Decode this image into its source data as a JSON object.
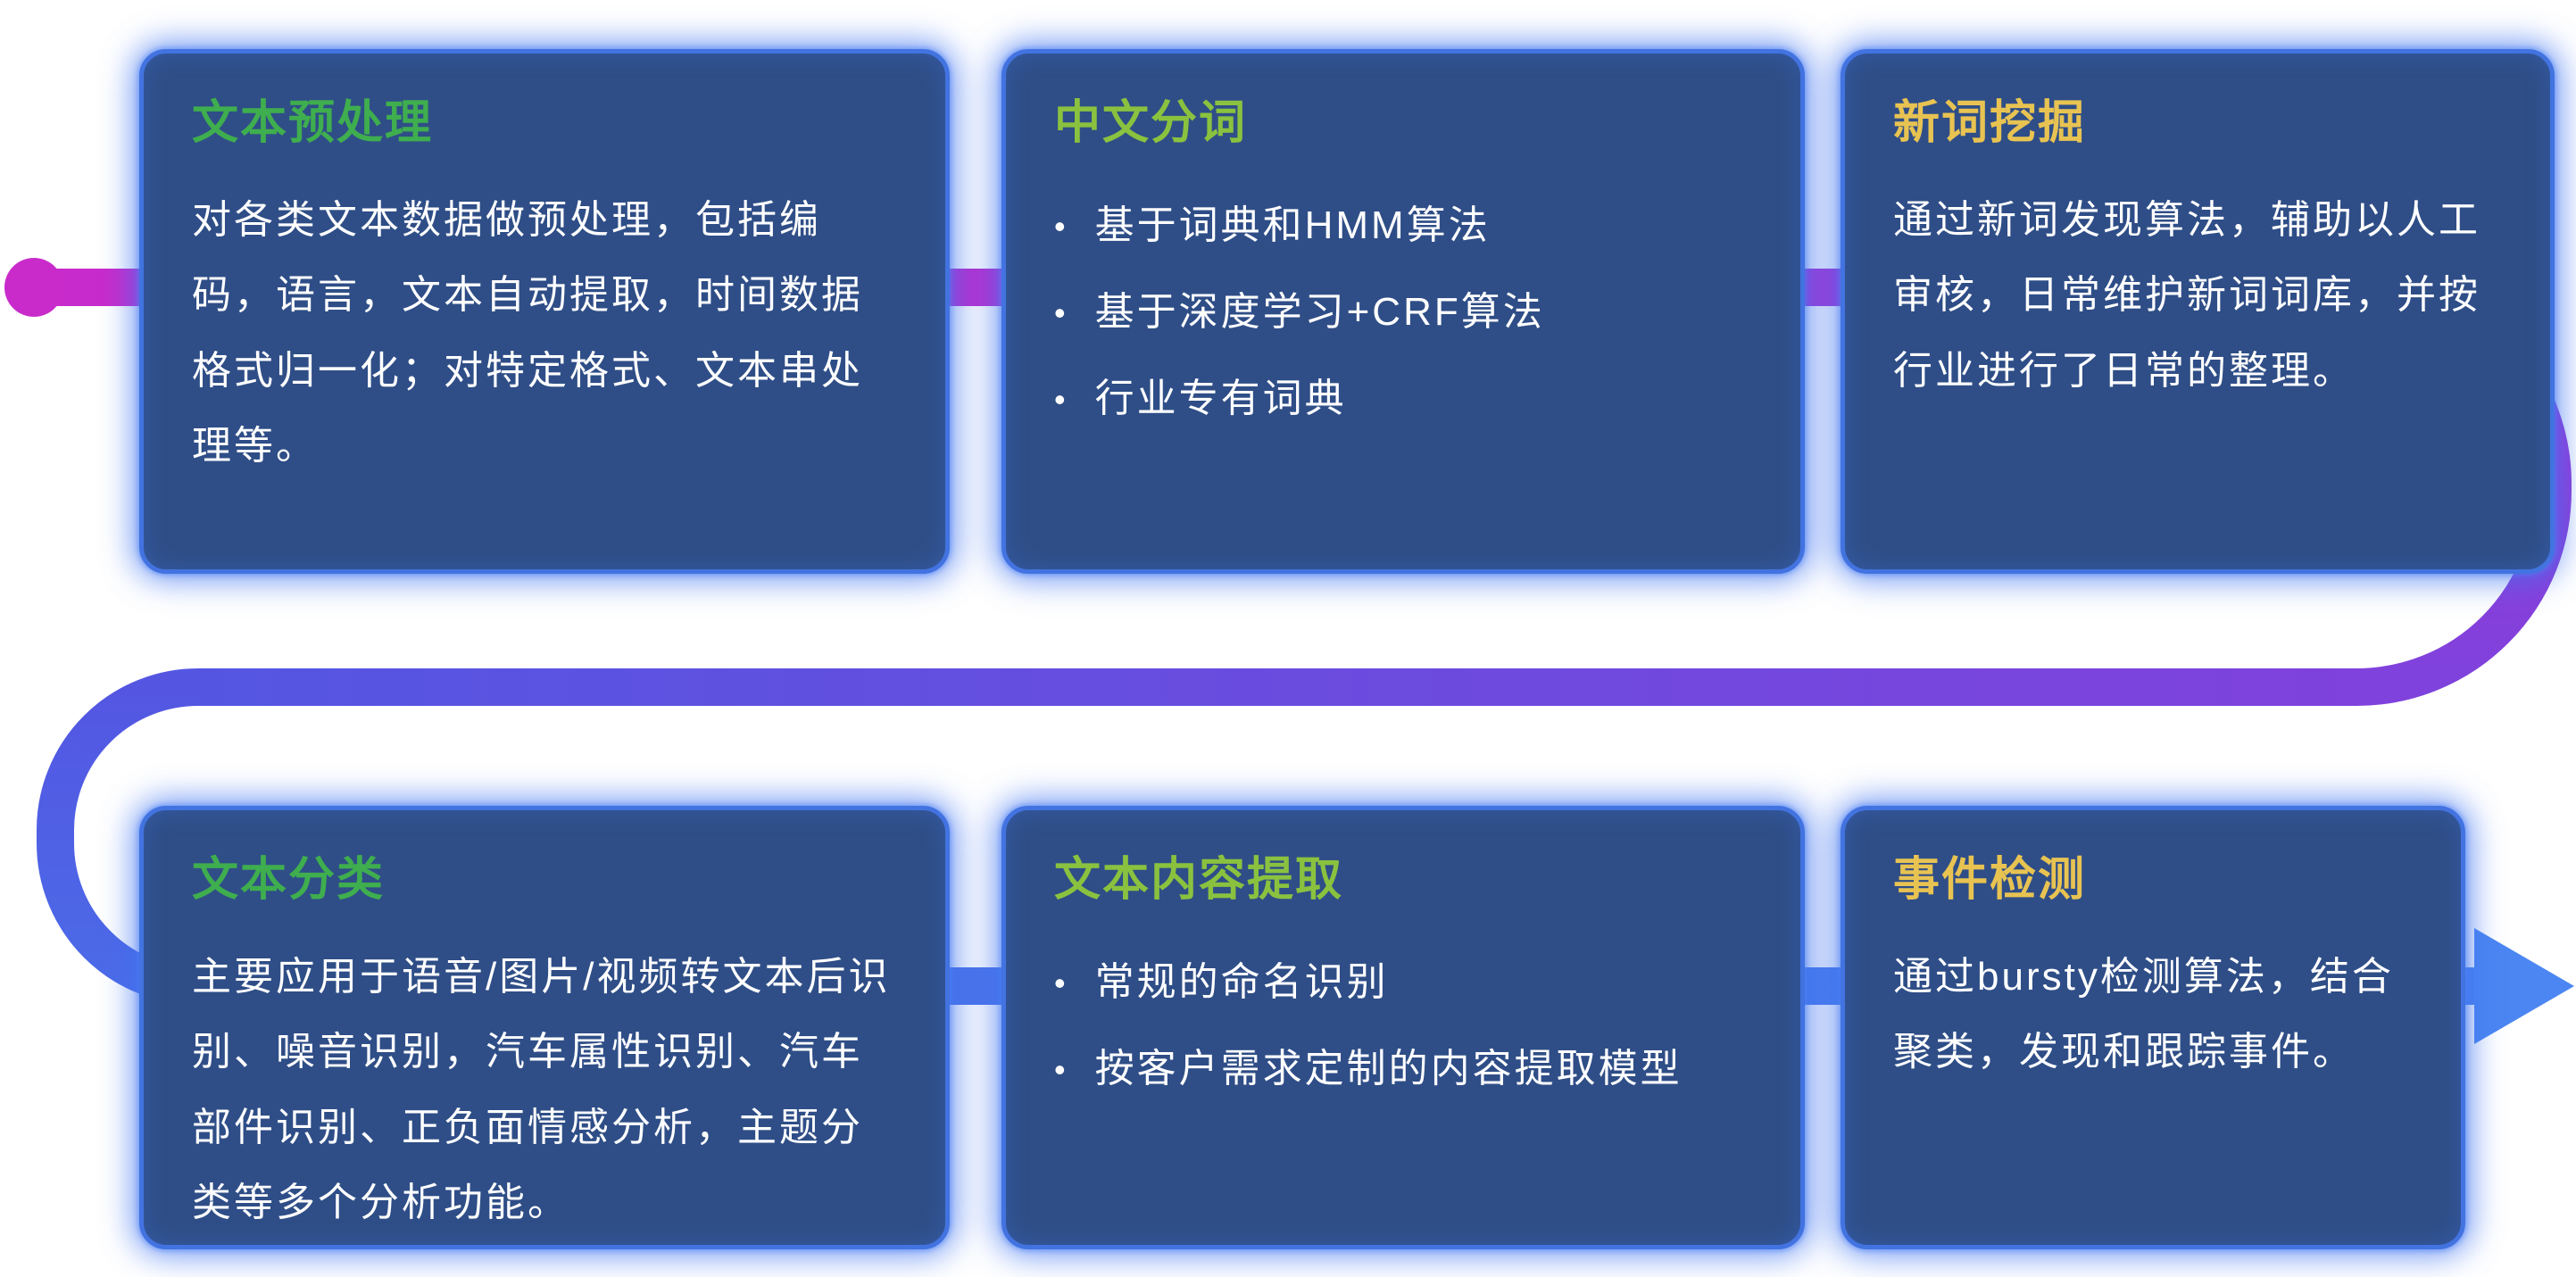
{
  "theme": {
    "card_bg": "#2f4e87",
    "card_border": "#4273e0",
    "body_text_color": "#ffffff"
  },
  "pipeline": {
    "dot_color": "#c92bcb",
    "arrow_color": "#4b86f2",
    "segments": {
      "top": [
        "#c92bcb",
        "#a236d6"
      ],
      "right_curve": [
        "#a236d6",
        "#7f42dc"
      ],
      "middle": [
        "#7f42dc",
        "#5456e2"
      ],
      "left_curve": [
        "#5456e2",
        "#4b6be8"
      ],
      "bottom": [
        "#4b6be8",
        "#4b84f0"
      ]
    }
  },
  "cards": [
    {
      "title": "文本预处理",
      "title_color": "#3fae4e",
      "body": "对各类文本数据做预处理，包括编码，语言，文本自动提取，时间数据格式归一化；对特定格式、文本串处理等。"
    },
    {
      "title": "中文分词",
      "title_color": "#8ac23f",
      "bullets": [
        "基于词典和HMM算法",
        "基于深度学习+CRF算法",
        "行业专有词典"
      ]
    },
    {
      "title": "新词挖掘",
      "title_color": "#e8c352",
      "body": "通过新词发现算法，辅助以人工审核，日常维护新词词库，并按行业进行了日常的整理。"
    },
    {
      "title": "文本分类",
      "title_color": "#3fae4e",
      "body": "主要应用于语音/图片/视频转文本后识别、噪音识别，汽车属性识别、汽车部件识别、正负面情感分析，主题分类等多个分析功能。"
    },
    {
      "title": "文本内容提取",
      "title_color": "#8ac23f",
      "bullets": [
        "常规的命名识别",
        "按客户需求定制的内容提取模型"
      ]
    },
    {
      "title": "事件检测",
      "title_color": "#e8c352",
      "body": "通过bursty检测算法，结合聚类，发现和跟踪事件。"
    }
  ]
}
